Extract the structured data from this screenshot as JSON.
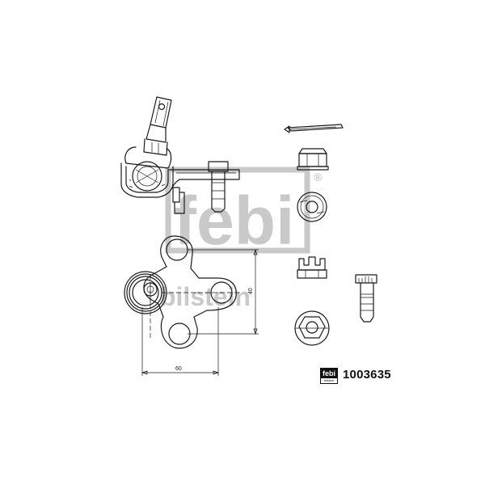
{
  "watermark": {
    "brand": "febi",
    "sub": "bilstein",
    "registered": "®"
  },
  "logo": {
    "brand": "febi",
    "sub": "bilstein"
  },
  "part_number": "1003635",
  "dimensions": {
    "width_label": "60",
    "height_label": "40"
  }
}
